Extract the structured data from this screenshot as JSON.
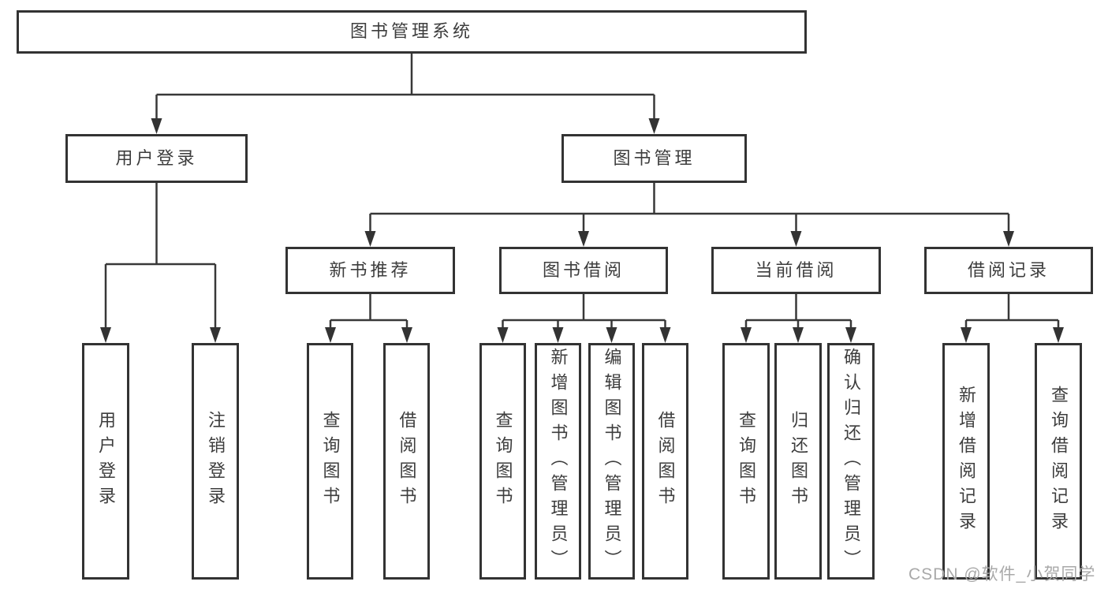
{
  "tree": {
    "label": "图书管理系统",
    "children": [
      {
        "label": "用户登录",
        "children": [
          {
            "label": "用户登录"
          },
          {
            "label": "注销登录"
          }
        ]
      },
      {
        "label": "图书管理",
        "children": [
          {
            "label": "新书推荐",
            "children": [
              {
                "label": "查询图书"
              },
              {
                "label": "借阅图书"
              }
            ]
          },
          {
            "label": "图书借阅",
            "children": [
              {
                "label": "查询图书"
              },
              {
                "label": "新增图书（管理员）"
              },
              {
                "label": "编辑图书（管理员）"
              },
              {
                "label": "借阅图书"
              }
            ]
          },
          {
            "label": "当前借阅",
            "children": [
              {
                "label": "查询图书"
              },
              {
                "label": "归还图书"
              },
              {
                "label": "确认归还（管理员）"
              }
            ]
          },
          {
            "label": "借阅记录",
            "children": [
              {
                "label": "新增借阅记录"
              },
              {
                "label": "查询借阅记录"
              }
            ]
          }
        ]
      }
    ]
  },
  "watermark": {
    "text": "CSDN @软件_小贺同学"
  },
  "colors": {
    "background": "#ffffff",
    "box_border": "#333333",
    "line": "#383838",
    "text": "#3d3d3d",
    "watermark": "#a9a9a9"
  }
}
